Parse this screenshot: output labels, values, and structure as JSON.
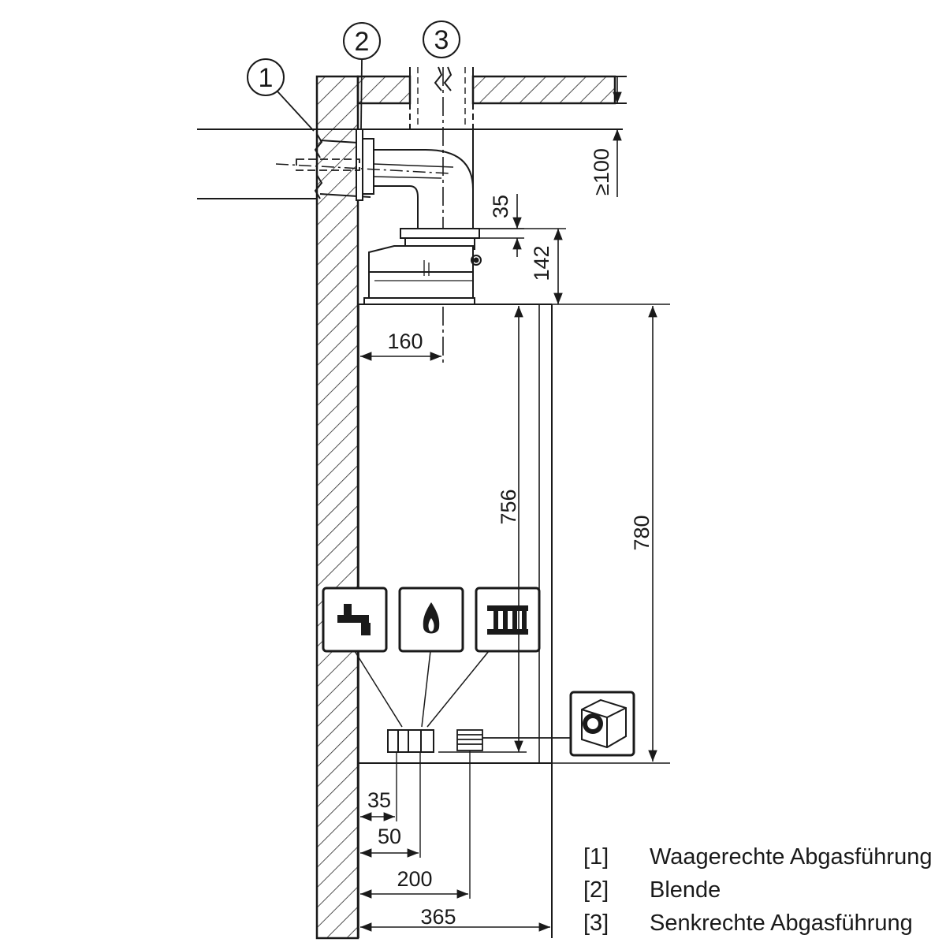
{
  "callouts": [
    {
      "num": "1"
    },
    {
      "num": "2"
    },
    {
      "num": "3"
    }
  ],
  "dimensions": {
    "ceiling_min": "≥100",
    "top_offset": "35",
    "device_top": "142",
    "flue_axis": "160",
    "inner_height": "756",
    "total_height": "780",
    "conn_35": "35",
    "conn_50": "50",
    "conn_200": "200",
    "conn_365": "365"
  },
  "legend": [
    {
      "num": "[1]",
      "label": "Waagerechte Abgasführung"
    },
    {
      "num": "[2]",
      "label": "Blende"
    },
    {
      "num": "[3]",
      "label": "Senkrechte Abgasführung"
    }
  ],
  "icons": [
    "tap-icon",
    "flame-icon",
    "radiator-icon",
    "siphon-icon"
  ]
}
